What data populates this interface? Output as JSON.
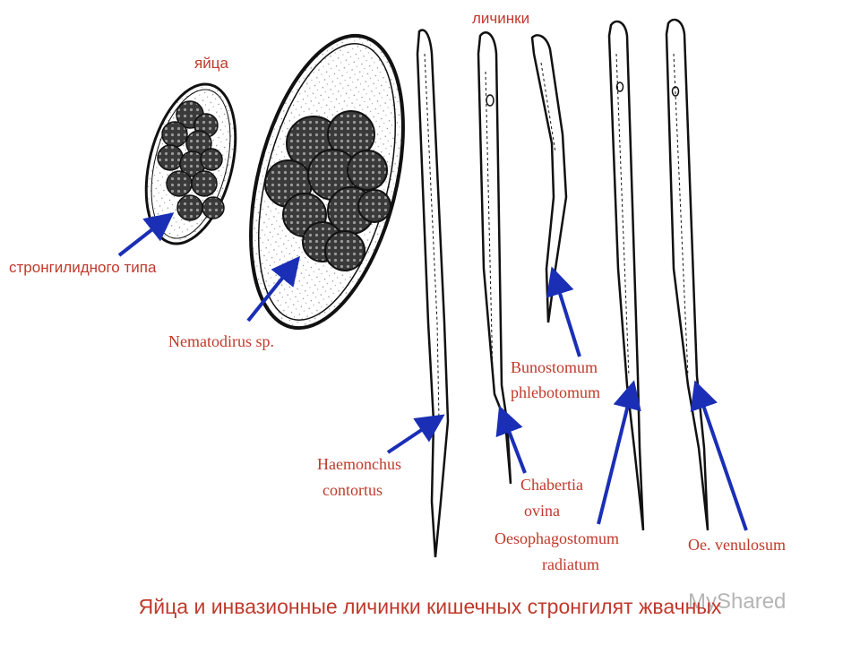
{
  "labels": {
    "eggs": "яйца",
    "larvae": "личинки",
    "strongylid": "стронгилидного типа",
    "nematodirus": "Nematodirus sp.",
    "haemonchus_1": "Haemonchus",
    "haemonchus_2": "contortus",
    "bunostomum_1": "Bunostomum",
    "bunostomum_2": "phlebotomum",
    "chabertia_1": "Chabertia",
    "chabertia_2": "ovina",
    "oesophago_1": "Oesophagostomum",
    "oesophago_2": "radiatum",
    "venulosum": "Oe. venulosum"
  },
  "caption": "Яйца и инвазионные личинки кишечных стронгилят жвачных",
  "watermark": "MyShared",
  "colors": {
    "label": "#c0392b",
    "arrow": "#1a2fb5",
    "drawing": "#111111"
  }
}
